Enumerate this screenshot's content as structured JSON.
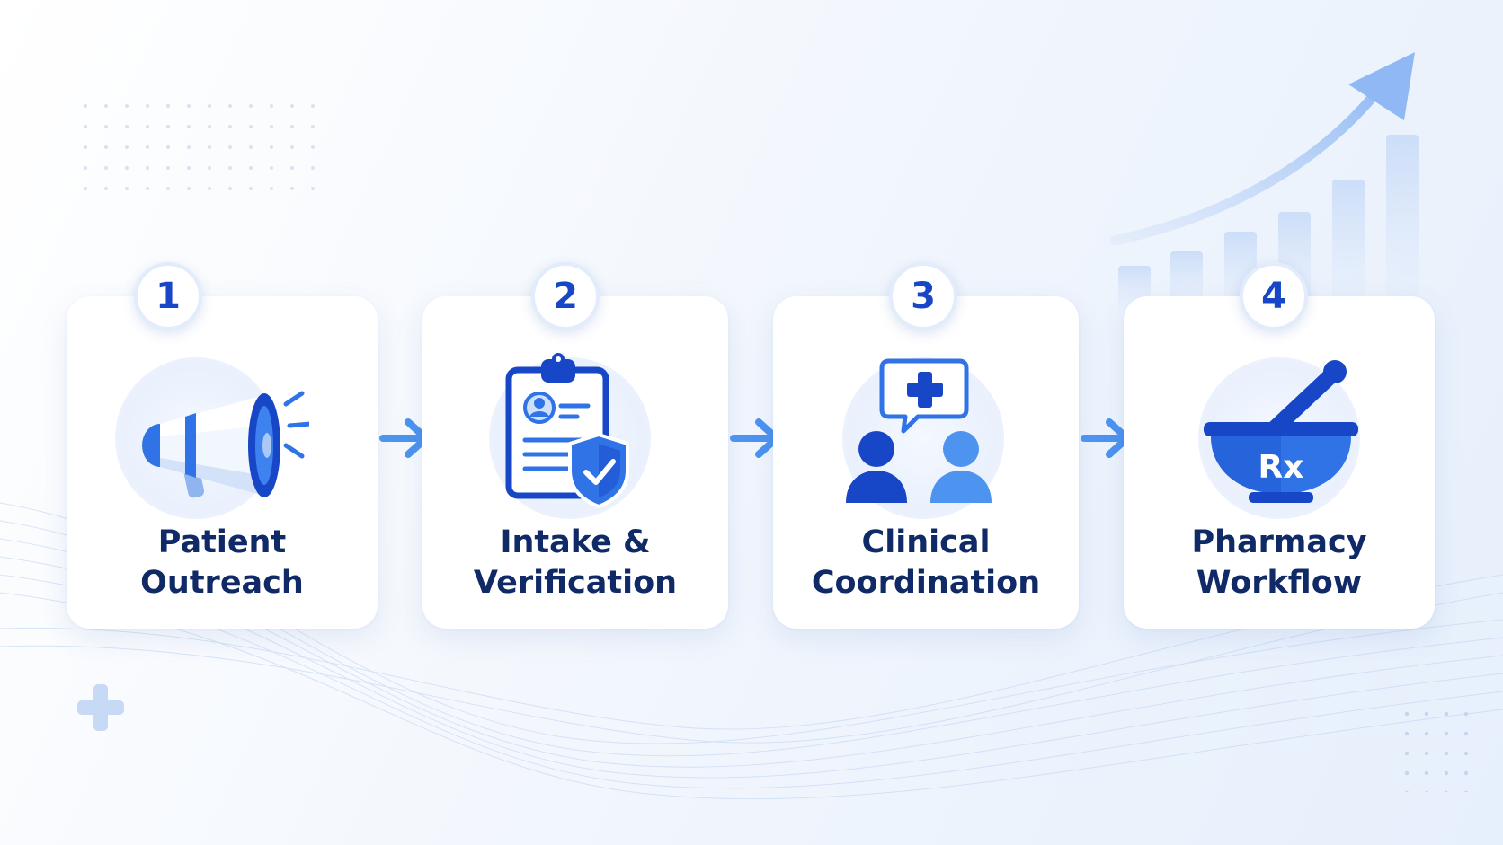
{
  "colors": {
    "primary": "#1747c7",
    "accent": "#2f73e6",
    "light_accent": "#4d93f0",
    "title_text": "#0f2a66",
    "card_background": "#ffffff"
  },
  "steps": [
    {
      "number": "1",
      "title_lines": [
        "Patient",
        "Outreach"
      ],
      "icon": "megaphone-icon"
    },
    {
      "number": "2",
      "title_lines": [
        "Intake &",
        "Verification"
      ],
      "icon": "clipboard-shield-icon"
    },
    {
      "number": "3",
      "title_lines": [
        "Clinical",
        "Coordination"
      ],
      "icon": "people-medical-chat-icon"
    },
    {
      "number": "4",
      "title_lines": [
        "Pharmacy",
        "Workflow"
      ],
      "icon": "mortar-pestle-rx-icon"
    }
  ],
  "connectors": [
    "right-arrow-icon",
    "right-arrow-icon",
    "right-arrow-icon"
  ],
  "decorations": [
    "growth-arrow-icon",
    "bar-chart-icon",
    "plus-icon",
    "dot-grid",
    "wave-lines"
  ],
  "rx_label": "Rx"
}
